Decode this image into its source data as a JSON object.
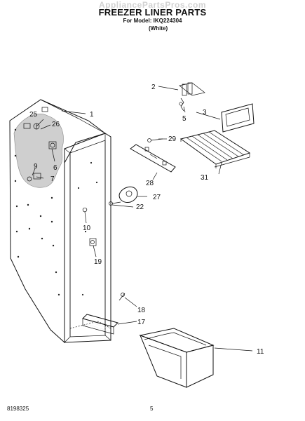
{
  "header": {
    "watermark": "AppliancePartsPros.com",
    "title": "FREEZER LINER PARTS",
    "model_line": "For Model: IKQ224304",
    "color": "(White)"
  },
  "callouts": {
    "c1": "1",
    "c2": "2",
    "c3": "3",
    "c5": "5",
    "c6": "6",
    "c7": "7",
    "c9": "9",
    "c10": "10",
    "c11": "11",
    "c17": "17",
    "c18": "18",
    "c19": "19",
    "c22": "22",
    "c25": "25",
    "c26": "26",
    "c27": "27",
    "c28": "28",
    "c29": "29",
    "c31": "31"
  },
  "footer": {
    "doc_code": "8198325",
    "page_number": "5"
  }
}
